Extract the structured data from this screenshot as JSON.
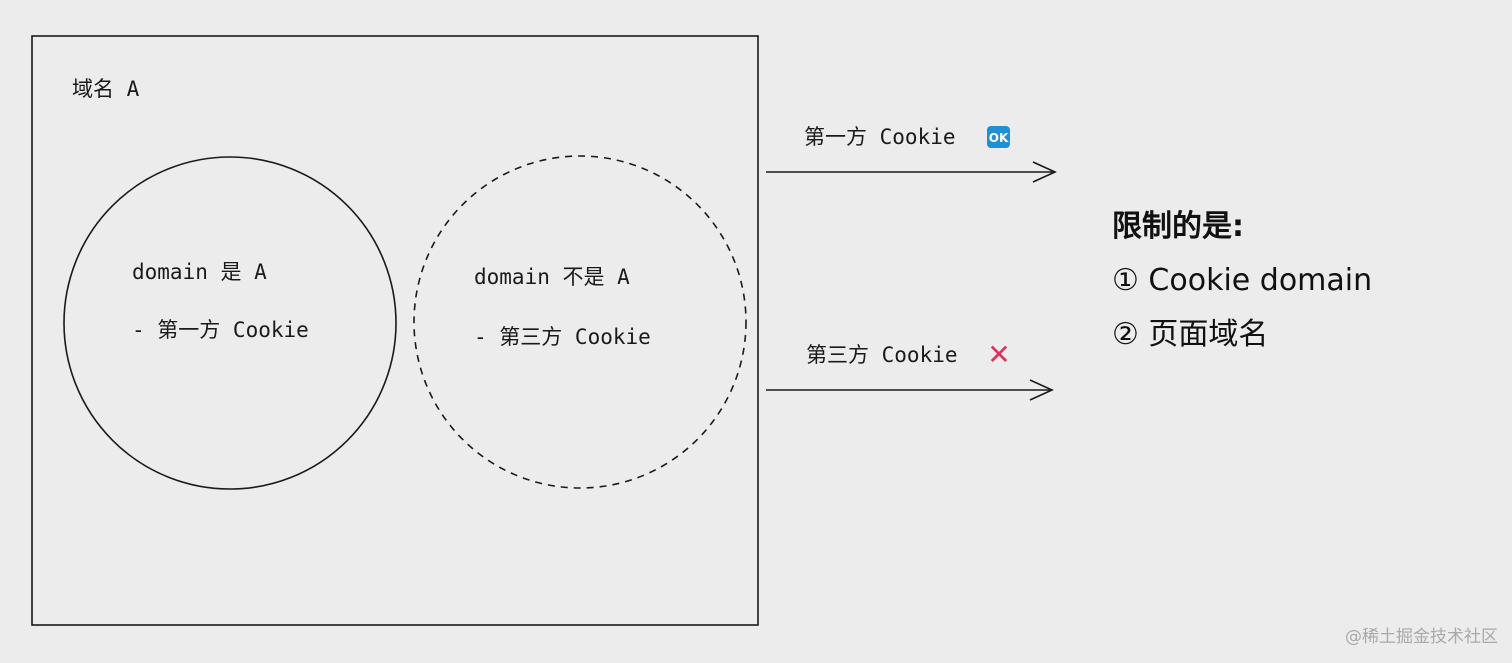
{
  "box": {
    "label": "域名 A"
  },
  "circle_first": {
    "line1": "domain 是 A",
    "line2": "- 第一方 Cookie"
  },
  "circle_third": {
    "line1": "domain 不是 A",
    "line2": "- 第三方 Cookie"
  },
  "arrow_first": {
    "label": "第一方 Cookie",
    "badge": "OK",
    "badge_color": "#1e90d6"
  },
  "arrow_third": {
    "label": "第三方 Cookie",
    "mark": "✕",
    "mark_color": "#e0325a"
  },
  "summary": {
    "title": "限制的是:",
    "items": [
      "① Cookie domain",
      "② 页面域名"
    ]
  },
  "watermark": "@稀土掘金技术社区"
}
